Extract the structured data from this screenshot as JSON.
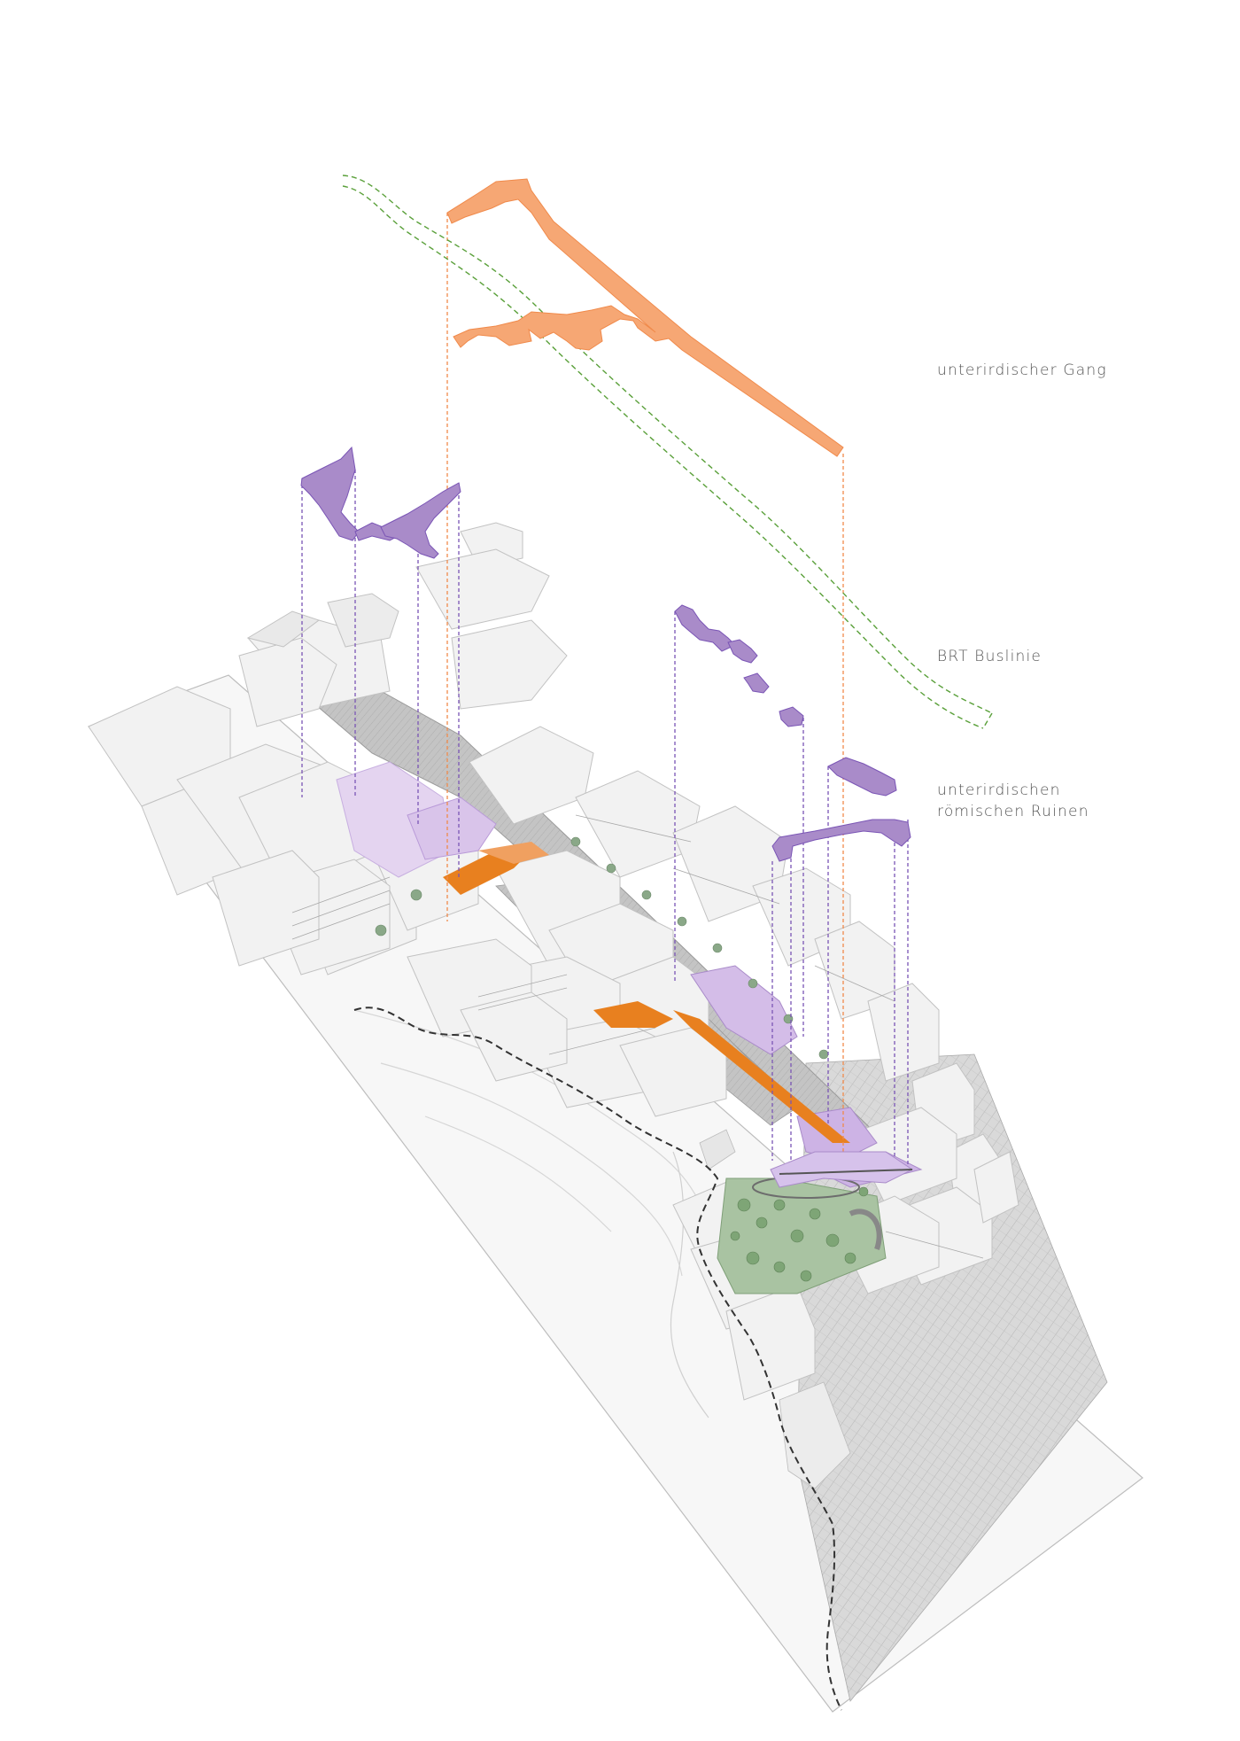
{
  "labels": {
    "tunnel": "unterirdischer  Gang",
    "bus": "BRT  Buslinie",
    "ruins_line1": "unterirdischen",
    "ruins_line2": "römischen  Ruinen"
  },
  "colors": {
    "tunnel": "#f6a774",
    "tunnel_line": "#f08a4b",
    "ruins": "#a98bc9",
    "ruins_line": "#7a55b5",
    "ruins_plaza": "#e6d8f1",
    "bus_line": "#5aa03a",
    "buildings": "#f2f2f2",
    "building_edge": "#bdbdbd",
    "street": "#b8b8b8",
    "park": "#9fbf9a",
    "hatch": "#c9c9c9",
    "boundary": "#333333",
    "orange_ground": "#e8801f"
  },
  "icons": [
    "leader-lines",
    "dashed-boundary",
    "tree-symbols"
  ]
}
